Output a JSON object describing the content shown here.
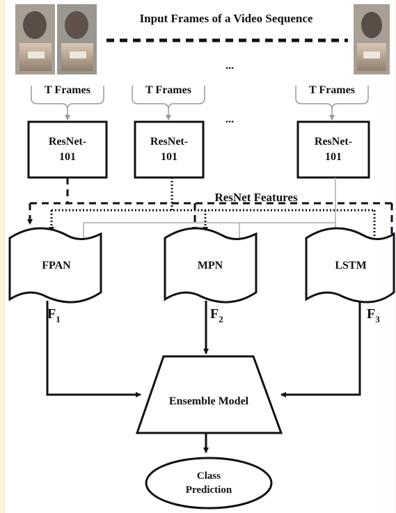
{
  "title": "Input Frames of a Video Sequence",
  "ellipsis": "...",
  "frame_groups": [
    {
      "label": "T Frames",
      "backbone": [
        "ResNet-",
        "101"
      ]
    },
    {
      "label": "T Frames",
      "backbone": [
        "ResNet-",
        "101"
      ]
    },
    {
      "label": "T Frames",
      "backbone": [
        "ResNet-",
        "101"
      ]
    }
  ],
  "features_label": "ResNet Features",
  "networks": [
    {
      "name": "FPAN",
      "feature": "F",
      "sub": "1"
    },
    {
      "name": "MPN",
      "feature": "F",
      "sub": "2"
    },
    {
      "name": "LSTM",
      "feature": "F",
      "sub": "3"
    }
  ],
  "ensemble_label": "Ensemble Model",
  "output_label": [
    "Class",
    "Prediction"
  ],
  "colors": {
    "background": "#fdf3d6",
    "canvas": "#ffffff",
    "ink": "#111111",
    "thin_line": "#b5b5b5"
  }
}
